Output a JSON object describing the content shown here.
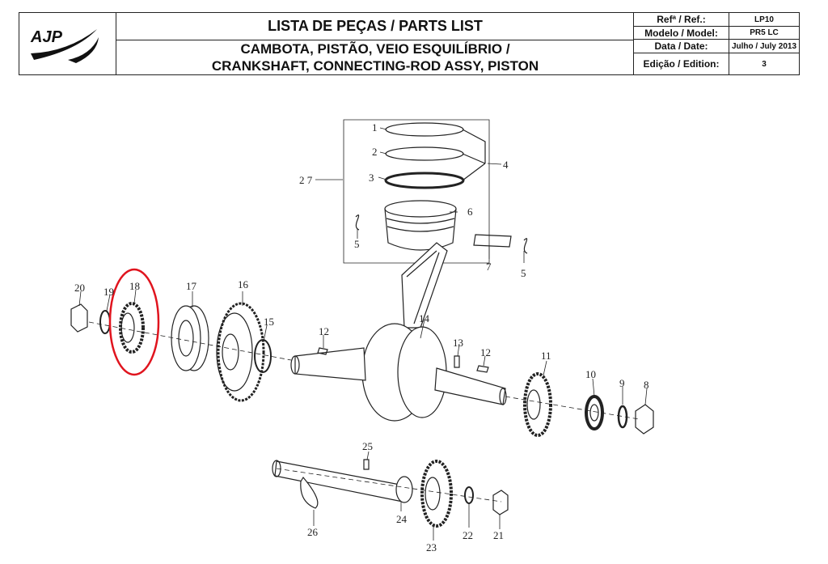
{
  "header": {
    "logo_text": "AJP",
    "title_line1": "LISTA DE PEÇAS / PARTS LIST",
    "title_line2a": "CAMBOTA, PISTÃO, VEIO ESQUILÍBRIO /",
    "title_line2b": "CRANKSHAFT, CONNECTING-ROD ASSY, PISTON",
    "meta": [
      {
        "label": "Refª / Ref.:",
        "value": "LP10"
      },
      {
        "label": "Modelo / Model:",
        "value": "PR5 LC"
      },
      {
        "label": "Data / Date:",
        "value": "Julho / July 2013"
      },
      {
        "label": "Edição / Edition:",
        "value": "3"
      }
    ]
  },
  "callouts": {
    "c1": "1",
    "c2": "2",
    "c3": "3",
    "c4": "4",
    "c5a": "5",
    "c5b": "5",
    "c6": "6",
    "c7": "7",
    "c8": "8",
    "c9": "9",
    "c10": "10",
    "c11": "11",
    "c12a": "12",
    "c12b": "12",
    "c13": "13",
    "c14": "14",
    "c15": "15",
    "c16": "16",
    "c17": "17",
    "c18": "18",
    "c19": "19",
    "c20": "20",
    "c21": "21",
    "c22": "22",
    "c23": "23",
    "c24": "24",
    "c25": "25",
    "c26": "26",
    "c27": "2 7"
  },
  "highlight_color": "#e0141e"
}
